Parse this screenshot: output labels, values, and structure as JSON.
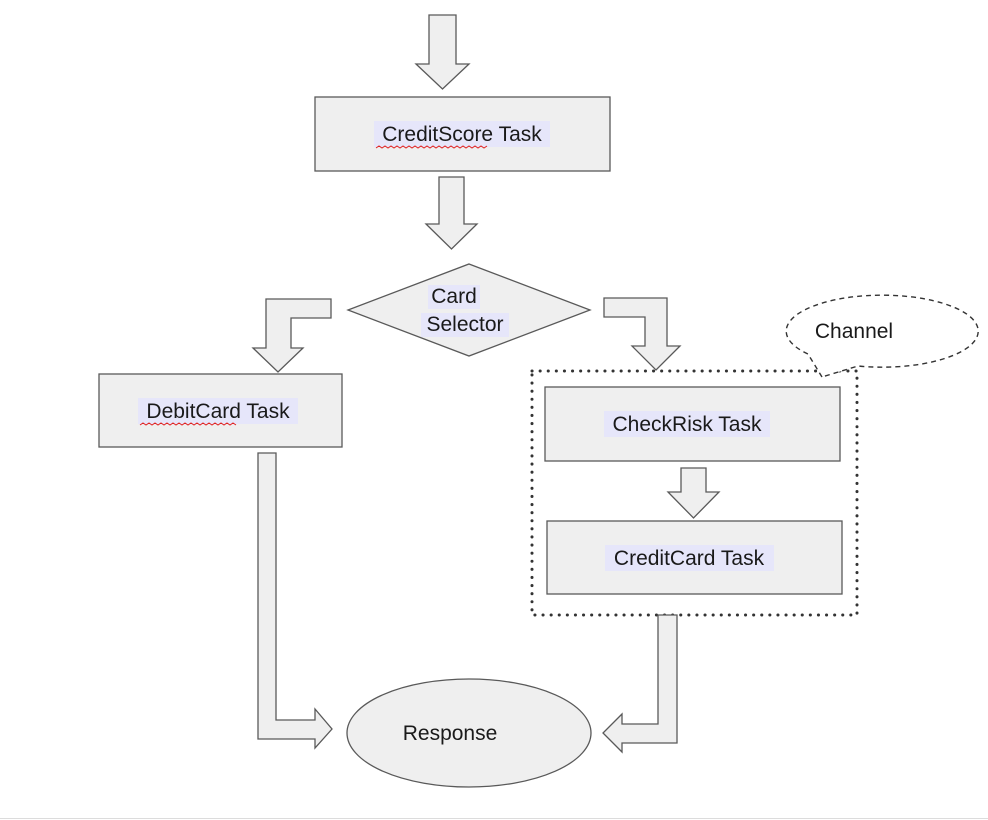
{
  "nodes": {
    "credit_score": "CreditScore Task",
    "card_selector_line1": "Card",
    "card_selector_line2": "Selector",
    "debit_card": "DebitCard Task",
    "check_risk": "CheckRisk Task",
    "credit_card": "CreditCard Task",
    "response": "Response",
    "channel": "Channel"
  },
  "colors": {
    "box_fill": "#efefef",
    "stroke": "#595959",
    "text_highlight": "#e6e6fa",
    "spellcheck": "#e02020"
  }
}
